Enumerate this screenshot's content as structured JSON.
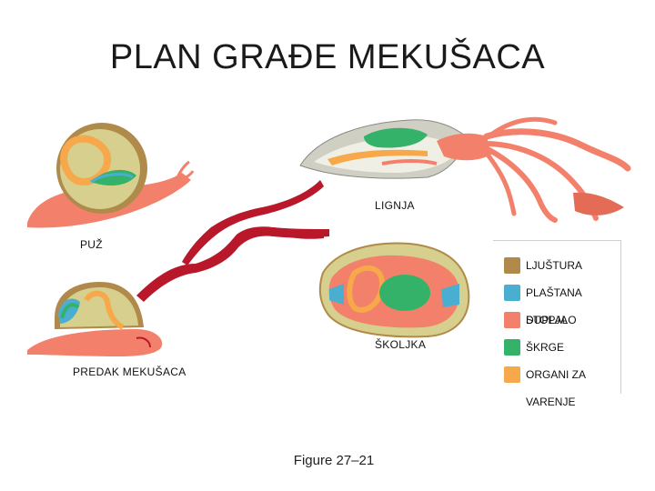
{
  "title": "PLAN GRAĐE MEKUŠACA",
  "labels": {
    "lignja": "LIGNJA",
    "puz": "PUŽ",
    "skoljka": "ŠKOLJKA",
    "predak": "PREDAK MEKUŠACA"
  },
  "legend": {
    "items": [
      {
        "label": "LJUŠTURA",
        "color": "#b08a4a"
      },
      {
        "label": "PLAŠTANA DUPLJA",
        "color": "#4aaed0"
      },
      {
        "label": "STOPALO",
        "color": "#f3806b"
      },
      {
        "label": "ŠKRGE",
        "color": "#35b26a"
      },
      {
        "label": "ORGANI ZA VARENJE",
        "color": "#f6a84a"
      }
    ]
  },
  "caption": "Figure 27–21",
  "colors": {
    "branch": "#b8182a",
    "shell": "#b08a4a",
    "mantle": "#4aaed0",
    "foot": "#f3806b",
    "gills": "#35b26a",
    "digestive": "#f6a84a"
  }
}
